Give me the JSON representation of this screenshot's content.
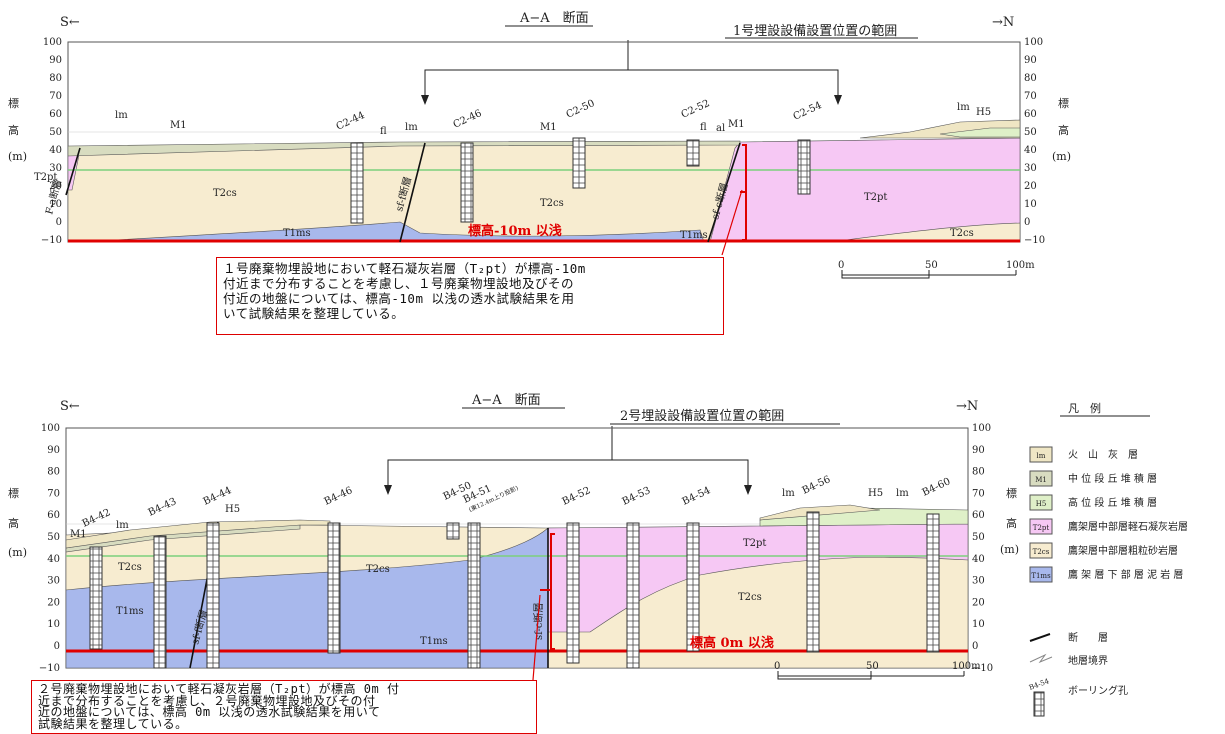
{
  "top": {
    "section_title": "A−A　断面",
    "south": "S←",
    "north": "→N",
    "range_label": "1号埋設設備設置位置の範囲",
    "y_ticks": [
      "100",
      "90",
      "80",
      "70",
      "60",
      "50",
      "40",
      "30",
      "20",
      "10",
      "0",
      "−10"
    ],
    "ylabel": [
      "標",
      "高",
      "(m)"
    ],
    "boreholes": [
      "C2-44",
      "C2-46",
      "C2-50",
      "C2-52",
      "C2-54"
    ],
    "layer_labels": {
      "lm1": "lm",
      "m1": "M1",
      "fl1": "fl",
      "lm2": "lm",
      "m1b": "M1",
      "fl2": "fl",
      "al": "al",
      "m1c": "M1",
      "lm3": "lm",
      "h5": "H5",
      "t2pt_left": "T2pt",
      "t2cs_a": "T2cs",
      "t2cs_b": "T2cs",
      "t2pt_r": "T2pt",
      "t2cs_r": "T2cs",
      "t1ms_a": "T1ms",
      "t1ms_b": "T1ms"
    },
    "faults": [
      "F-a断層",
      "sf-f断層",
      "sf-c断層"
    ],
    "depth_limit_label": "標高-10m 以浅",
    "note": "１号廃棄物埋設地において軽石凝灰岩層（T₂pt）が標高-10m\n付近まで分布することを考慮し、１号廃棄物埋設地及びその\n付近の地盤については、標高-10m 以浅の透水試験結果を用\nいて試験結果を整理している。",
    "scale": [
      "0",
      "50",
      "100m"
    ]
  },
  "bottom": {
    "section_title": "A−A　断面",
    "south": "S←",
    "north": "→N",
    "range_label": "2号埋設設備設置位置の範囲",
    "y_ticks": [
      "100",
      "90",
      "80",
      "70",
      "60",
      "50",
      "40",
      "30",
      "20",
      "10",
      "0",
      "−10"
    ],
    "ylabel": [
      "標",
      "高",
      "(m)"
    ],
    "boreholes": [
      "B4-42",
      "B4-43",
      "B4-44",
      "B4-46",
      "B4-50",
      "B4-51",
      "B4-52",
      "B4-53",
      "B4-54",
      "B4-56",
      "B4-60"
    ],
    "b451_note": "(東12.4m上り投影)",
    "layer_labels": {
      "m1": "M1",
      "lm1": "lm",
      "h5a": "H5",
      "t2cs_a": "T2cs",
      "t2cs_b": "T2cs",
      "t1ms_a": "T1ms",
      "t1ms_b": "T1ms",
      "t2pt": "T2pt",
      "t2cs_r": "T2cs",
      "lm2": "lm",
      "h5b": "H5",
      "lm3": "lm"
    },
    "faults": [
      "sf-f断層",
      "sf-c断層"
    ],
    "depth_limit_label": "標高 0m 以浅",
    "note": "２号廃棄物埋設地において軽石凝灰岩層（T₂pt）が標高 0m 付\n近まで分布することを考慮し、２号廃棄物埋設地及びその付\n近の地盤については、標高 0m 以浅の透水試験結果を用いて\n試験結果を整理している。",
    "scale": [
      "0",
      "50",
      "100m"
    ]
  },
  "legend": {
    "title": "凡　例",
    "items": [
      {
        "key": "lm",
        "label": "火　山　灰　層",
        "color": "#efe6c4"
      },
      {
        "key": "M1",
        "label": "中 位 段 丘 堆 積 層",
        "color": "#d8dcc0"
      },
      {
        "key": "H5",
        "label": "高 位 段 丘 堆 積 層",
        "color": "#dff0c8"
      },
      {
        "key": "T2pt",
        "label": "鷹架層中部層軽石凝灰岩層",
        "color": "#f6c8f4"
      },
      {
        "key": "T2cs",
        "label": "鷹架層中部層粗粒砂岩層",
        "color": "#f7ecd0"
      },
      {
        "key": "T1ms",
        "label": "鷹 架 層 下 部 層 泥 岩 層",
        "color": "#a8b8ec"
      }
    ],
    "fault_label": "断　　層",
    "boundary_label": "地層境界",
    "borehole_label": "ボーリング孔",
    "borehole_sample": "B4-54"
  },
  "colors": {
    "lm": "#efe6c4",
    "M1": "#d8dcc0",
    "H5": "#dff0c8",
    "T2pt": "#f6c8f4",
    "T2cs": "#f7ecd0",
    "T1ms": "#a8b8ec",
    "red": "#e00000",
    "green": "#7cd07c"
  }
}
